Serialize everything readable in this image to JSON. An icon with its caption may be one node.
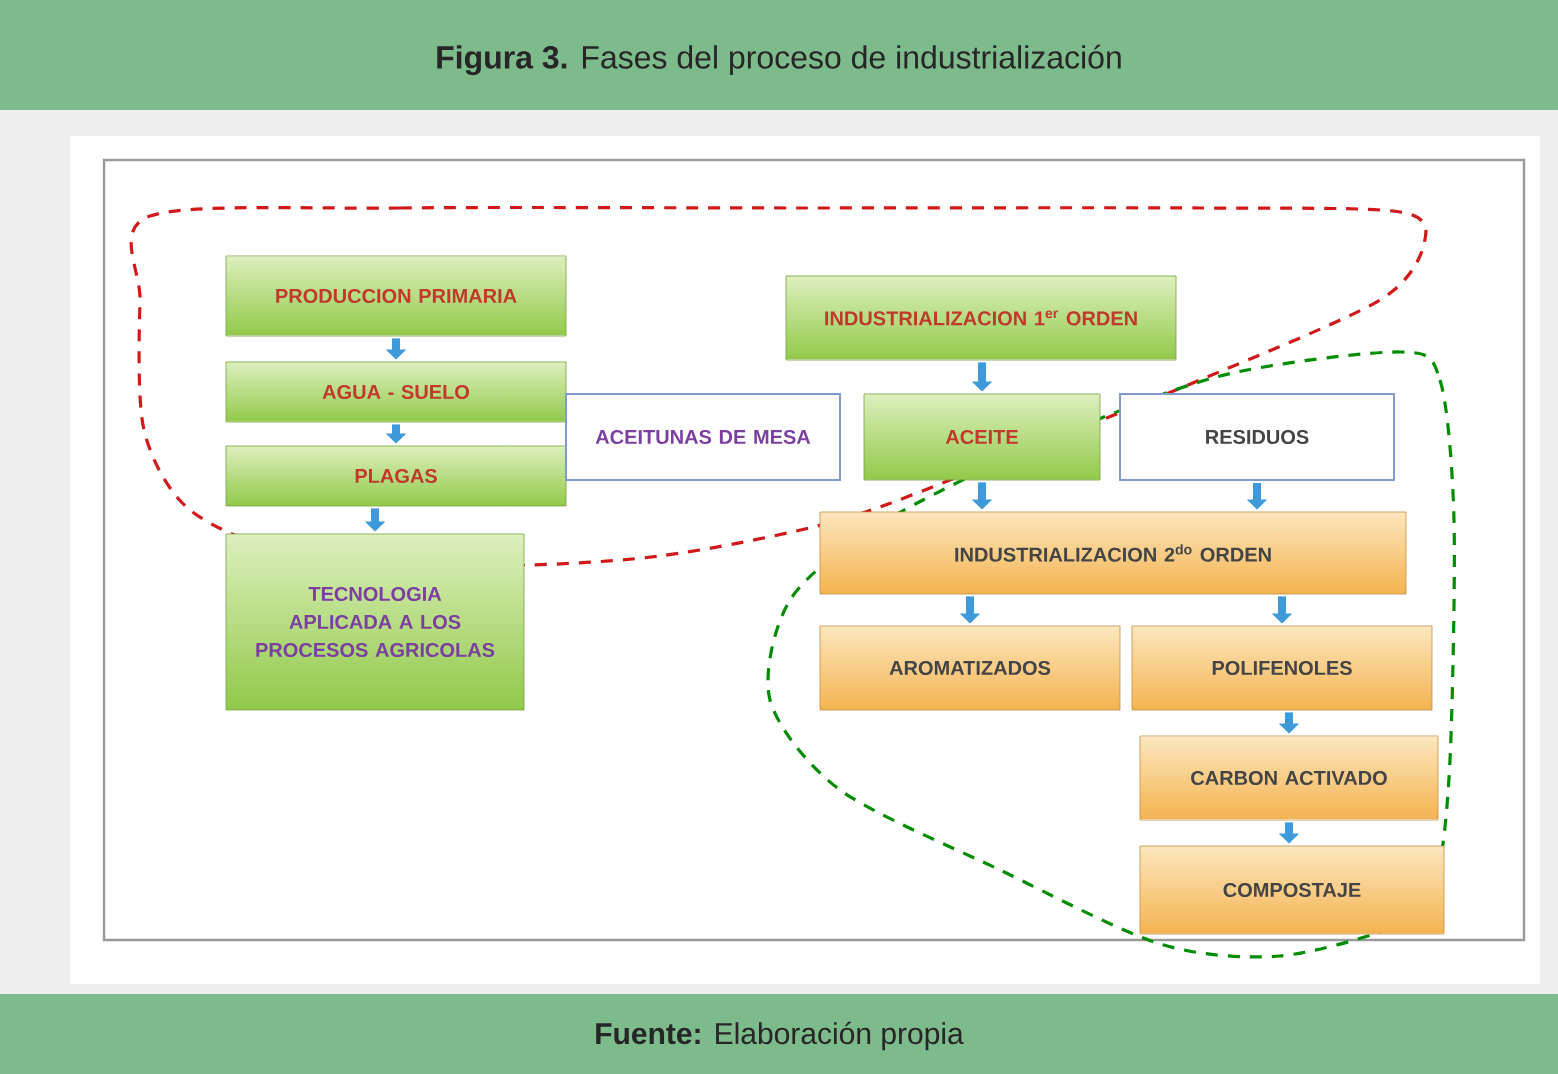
{
  "diagram": {
    "title": "**Figura 3.** Fases del proceso de industrialización",
    "caption": "**Fuente:** Elaboración propia",
    "nodes": [
      {
        "text": [
          "PRODUCCION PRIMARIA"
        ]
      },
      {
        "text": [
          "AGUA - SUELO"
        ]
      },
      {
        "text": [
          "PLAGAS"
        ]
      },
      {
        "text": [
          "TECNOLOGIA APLICADA A LOS PROCESOS AGRICOLAS"
        ]
      },
      {
        "text": [
          "INDUSTRIALIZACION 1$^{er}$ ORDEN"
        ]
      },
      {
        "text": [
          "ACEITUNAS DE MESA"
        ]
      },
      {
        "text": [
          "ACEITE"
        ]
      },
      {
        "text": [
          "RESIDUOS"
        ]
      },
      {
        "text": [
          "INDUSTRIALIZACION 2$^{do}$ ORDEN"
        ]
      },
      {
        "text": [
          "AROMATIZADOS"
        ]
      },
      {
        "text": [
          "POLIFENOLES"
        ]
      },
      {
        "text": [
          "CARBON ACTIVADO"
        ]
      },
      {
        "text": [
          "COMPOSTAJE"
        ]
      }
    ],
    "edges": [
      {
        "from": 0,
        "to": 1,
        "arrow": "to"
      },
      {
        "from": 1,
        "to": 2,
        "arrow": "to"
      },
      {
        "from": 2,
        "to": 3,
        "arrow": "to"
      },
      {
        "from": 4,
        "to": 6,
        "arrow": "to"
      },
      {
        "from": 6,
        "to": 8,
        "arrow": "to"
      },
      {
        "from": 7,
        "to": 8,
        "arrow": "to"
      },
      {
        "from": 8,
        "to": 9,
        "arrow": "to"
      },
      {
        "from": 8,
        "to": 10,
        "arrow": "to"
      },
      {
        "from": 10,
        "to": 11,
        "arrow": "to"
      },
      {
        "from": 11,
        "to": 12,
        "arrow": "to"
      }
    ]
  }
}
